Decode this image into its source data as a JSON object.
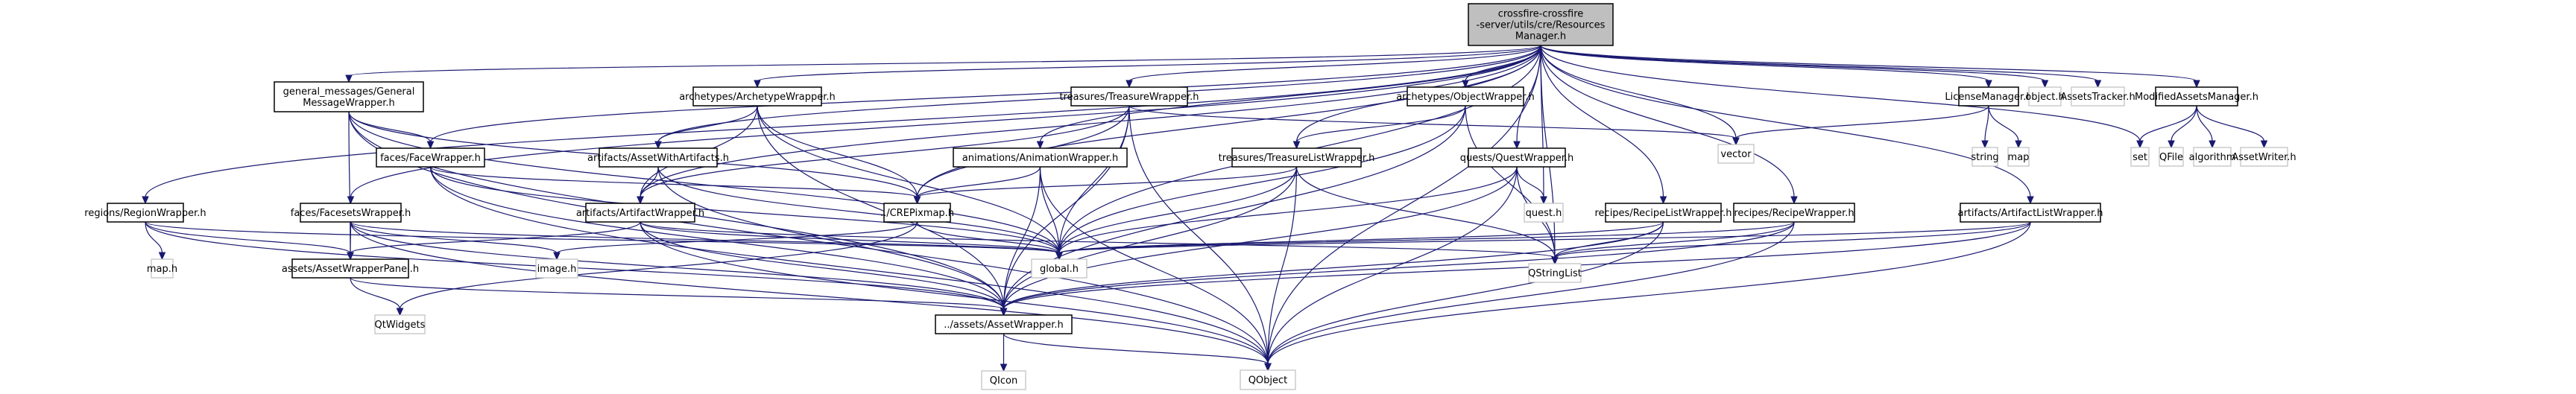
{
  "diagram": {
    "type": "include-dependency-graph",
    "colors": {
      "edge": "#191970",
      "root_fill": "#bfbfbf",
      "documented_border": "#000000",
      "external_border": "#bfbfbf",
      "background": "#ffffff"
    },
    "root": {
      "id": "root",
      "label_lines": [
        "crossfire-crossfire",
        "-server/utils/cre/Resources",
        "Manager.h"
      ]
    },
    "nodes": [
      {
        "id": "gmw",
        "label_lines": [
          "general_messages/General",
          "MessageWrapper.h"
        ],
        "kind": "doc"
      },
      {
        "id": "facew",
        "label_lines": [
          "faces/FaceWrapper.h"
        ],
        "kind": "doc"
      },
      {
        "id": "archw",
        "label_lines": [
          "archetypes/ArchetypeWrapper.h"
        ],
        "kind": "doc"
      },
      {
        "id": "awa",
        "label_lines": [
          "artifacts/AssetWithArtifacts.h"
        ],
        "kind": "doc"
      },
      {
        "id": "artw",
        "label_lines": [
          "artifacts/ArtifactWrapper.h"
        ],
        "kind": "doc"
      },
      {
        "id": "crepix",
        "label_lines": [
          "../CREPixmap.h"
        ],
        "kind": "doc"
      },
      {
        "id": "animw",
        "label_lines": [
          "animations/AnimationWrapper.h"
        ],
        "kind": "doc"
      },
      {
        "id": "treasw",
        "label_lines": [
          "treasures/TreasureWrapper.h"
        ],
        "kind": "doc"
      },
      {
        "id": "objw",
        "label_lines": [
          "archetypes/ObjectWrapper.h"
        ],
        "kind": "doc"
      },
      {
        "id": "treaslw",
        "label_lines": [
          "treasures/TreasureListWrapper.h"
        ],
        "kind": "doc"
      },
      {
        "id": "questw",
        "label_lines": [
          "quests/QuestWrapper.h"
        ],
        "kind": "doc"
      },
      {
        "id": "questh",
        "label_lines": [
          "quest.h"
        ],
        "kind": "ext"
      },
      {
        "id": "regionw",
        "label_lines": [
          "regions/RegionWrapper.h"
        ],
        "kind": "doc"
      },
      {
        "id": "facesetw",
        "label_lines": [
          "faces/FacesetsWrapper.h"
        ],
        "kind": "doc"
      },
      {
        "id": "maph",
        "label_lines": [
          "map.h"
        ],
        "kind": "ext"
      },
      {
        "id": "imageh",
        "label_lines": [
          "image.h"
        ],
        "kind": "ext"
      },
      {
        "id": "awp",
        "label_lines": [
          "assets/AssetWrapperPanel.h"
        ],
        "kind": "doc"
      },
      {
        "id": "globalh",
        "label_lines": [
          "global.h"
        ],
        "kind": "ext"
      },
      {
        "id": "qtwidgets",
        "label_lines": [
          "QtWidgets"
        ],
        "kind": "ext"
      },
      {
        "id": "assetw",
        "label_lines": [
          "../assets/AssetWrapper.h"
        ],
        "kind": "doc"
      },
      {
        "id": "qicon",
        "label_lines": [
          "QIcon"
        ],
        "kind": "ext"
      },
      {
        "id": "qobject",
        "label_lines": [
          "QObject"
        ],
        "kind": "ext"
      },
      {
        "id": "qstringlist",
        "label_lines": [
          "QStringList"
        ],
        "kind": "ext"
      },
      {
        "id": "vector",
        "label_lines": [
          "vector"
        ],
        "kind": "ext"
      },
      {
        "id": "reclw",
        "label_lines": [
          "recipes/RecipeListWrapper.h"
        ],
        "kind": "doc"
      },
      {
        "id": "recw",
        "label_lines": [
          "recipes/RecipeWrapper.h"
        ],
        "kind": "doc"
      },
      {
        "id": "artlw",
        "label_lines": [
          "artifacts/ArtifactListWrapper.h"
        ],
        "kind": "doc"
      },
      {
        "id": "licm",
        "label_lines": [
          "LicenseManager.h"
        ],
        "kind": "doc"
      },
      {
        "id": "string",
        "label_lines": [
          "string"
        ],
        "kind": "ext"
      },
      {
        "id": "map",
        "label_lines": [
          "map"
        ],
        "kind": "ext"
      },
      {
        "id": "objecth",
        "label_lines": [
          "object.h"
        ],
        "kind": "ext"
      },
      {
        "id": "assetstracker",
        "label_lines": [
          "AssetsTracker.h"
        ],
        "kind": "ext"
      },
      {
        "id": "modam",
        "label_lines": [
          "ModifiedAssetsManager.h"
        ],
        "kind": "doc"
      },
      {
        "id": "set",
        "label_lines": [
          "set"
        ],
        "kind": "ext"
      },
      {
        "id": "qfile",
        "label_lines": [
          "QFile"
        ],
        "kind": "ext"
      },
      {
        "id": "algorithm",
        "label_lines": [
          "algorithm"
        ],
        "kind": "ext"
      },
      {
        "id": "assetwriter",
        "label_lines": [
          "AssetWriter.h"
        ],
        "kind": "ext"
      }
    ],
    "edges": [
      [
        "root",
        "gmw"
      ],
      [
        "root",
        "facew"
      ],
      [
        "root",
        "archw"
      ],
      [
        "root",
        "artw"
      ],
      [
        "root",
        "crepix"
      ],
      [
        "root",
        "animw"
      ],
      [
        "root",
        "treasw"
      ],
      [
        "root",
        "objw"
      ],
      [
        "root",
        "treaslw"
      ],
      [
        "root",
        "questw"
      ],
      [
        "root",
        "questh"
      ],
      [
        "root",
        "regionw"
      ],
      [
        "root",
        "facesetw"
      ],
      [
        "root",
        "globalh"
      ],
      [
        "root",
        "qobject"
      ],
      [
        "root",
        "qstringlist"
      ],
      [
        "root",
        "vector"
      ],
      [
        "root",
        "reclw"
      ],
      [
        "root",
        "recw"
      ],
      [
        "root",
        "artlw"
      ],
      [
        "root",
        "licm"
      ],
      [
        "root",
        "objecth"
      ],
      [
        "root",
        "assetstracker"
      ],
      [
        "root",
        "modam"
      ],
      [
        "root",
        "set"
      ],
      [
        "root",
        "awa"
      ],
      [
        "gmw",
        "facew"
      ],
      [
        "gmw",
        "crepix"
      ],
      [
        "gmw",
        "globalh"
      ],
      [
        "gmw",
        "assetw"
      ],
      [
        "gmw",
        "qobject"
      ],
      [
        "gmw",
        "awp"
      ],
      [
        "facew",
        "crepix"
      ],
      [
        "facew",
        "globalh"
      ],
      [
        "facew",
        "assetw"
      ],
      [
        "facew",
        "qobject"
      ],
      [
        "archw",
        "awa"
      ],
      [
        "archw",
        "artw"
      ],
      [
        "archw",
        "crepix"
      ],
      [
        "archw",
        "globalh"
      ],
      [
        "archw",
        "assetw"
      ],
      [
        "awa",
        "artw"
      ],
      [
        "awa",
        "globalh"
      ],
      [
        "awa",
        "assetw"
      ],
      [
        "artw",
        "globalh"
      ],
      [
        "artw",
        "assetw"
      ],
      [
        "artw",
        "qobject"
      ],
      [
        "artw",
        "qstringlist"
      ],
      [
        "artw",
        "awp"
      ],
      [
        "crepix",
        "globalh"
      ],
      [
        "crepix",
        "imageh"
      ],
      [
        "crepix",
        "qtwidgets"
      ],
      [
        "animw",
        "crepix"
      ],
      [
        "animw",
        "globalh"
      ],
      [
        "animw",
        "assetw"
      ],
      [
        "animw",
        "qobject"
      ],
      [
        "treasw",
        "crepix"
      ],
      [
        "treasw",
        "globalh"
      ],
      [
        "treasw",
        "assetw"
      ],
      [
        "treasw",
        "qobject"
      ],
      [
        "treasw",
        "artw"
      ],
      [
        "treasw",
        "vector"
      ],
      [
        "objw",
        "treaslw"
      ],
      [
        "objw",
        "globalh"
      ],
      [
        "objw",
        "assetw"
      ],
      [
        "objw",
        "qstringlist"
      ],
      [
        "treaslw",
        "crepix"
      ],
      [
        "treaslw",
        "globalh"
      ],
      [
        "treaslw",
        "assetw"
      ],
      [
        "treaslw",
        "qobject"
      ],
      [
        "treaslw",
        "qstringlist"
      ],
      [
        "questw",
        "questh"
      ],
      [
        "questw",
        "globalh"
      ],
      [
        "questw",
        "assetw"
      ],
      [
        "questw",
        "qobject"
      ],
      [
        "questw",
        "qstringlist"
      ],
      [
        "regionw",
        "maph"
      ],
      [
        "regionw",
        "awp"
      ],
      [
        "regionw",
        "assetw"
      ],
      [
        "regionw",
        "globalh"
      ],
      [
        "facesetw",
        "awp"
      ],
      [
        "facesetw",
        "imageh"
      ],
      [
        "facesetw",
        "assetw"
      ],
      [
        "facesetw",
        "qobject"
      ],
      [
        "facesetw",
        "globalh"
      ],
      [
        "awp",
        "qtwidgets"
      ],
      [
        "awp",
        "assetw"
      ],
      [
        "assetw",
        "qicon"
      ],
      [
        "assetw",
        "qobject"
      ],
      [
        "reclw",
        "globalh"
      ],
      [
        "reclw",
        "assetw"
      ],
      [
        "reclw",
        "qobject"
      ],
      [
        "reclw",
        "qstringlist"
      ],
      [
        "recw",
        "globalh"
      ],
      [
        "recw",
        "assetw"
      ],
      [
        "recw",
        "qobject"
      ],
      [
        "recw",
        "qstringlist"
      ],
      [
        "artlw",
        "globalh"
      ],
      [
        "artlw",
        "assetw"
      ],
      [
        "artlw",
        "qobject"
      ],
      [
        "artlw",
        "qstringlist"
      ],
      [
        "licm",
        "string"
      ],
      [
        "licm",
        "map"
      ],
      [
        "licm",
        "vector"
      ],
      [
        "modam",
        "set"
      ],
      [
        "modam",
        "qfile"
      ],
      [
        "modam",
        "algorithm"
      ],
      [
        "modam",
        "assetwriter"
      ]
    ]
  }
}
